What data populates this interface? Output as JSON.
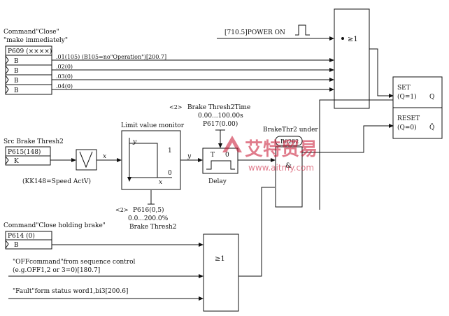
{
  "close_cmd": {
    "title_line1": "Command\"Close\"",
    "title_line2": "\"make immediately\"",
    "param": "P609 (××××)",
    "b_labels": [
      "B",
      "B",
      "B",
      "B"
    ],
    "connectors": [
      ".01(105) (B105=no\"Operation\")[200.7]",
      ".02(0)",
      ".03(0)",
      ".04(0)"
    ]
  },
  "power_on": {
    "label": "[710.5]POWER ON"
  },
  "or_gate_top": {
    "symbol": "≥1"
  },
  "flipflop": {
    "set_label": "SET",
    "set_sub": "(Q=1)",
    "set_out": "Q",
    "reset_label": "RESET",
    "reset_sub": "(Q=0)",
    "reset_out": "Q̄"
  },
  "brake_thresh2": {
    "src_label": "Src Brake Thresh2",
    "param": "P615(148)",
    "k_label": "K",
    "note": "(KK148=Speed ActV)",
    "x_label": "x"
  },
  "limit_monitor": {
    "title": "Limit value monitor",
    "y_axis": "y",
    "x_axis": "x",
    "one_label": "1",
    "zero_label": "0",
    "out_label": "y"
  },
  "brake_time": {
    "marker": "<2>",
    "title": "Brake Thresh2Time",
    "range": "0.00...100.00s",
    "param": "P617(0.00)"
  },
  "delay": {
    "t_label": "T",
    "zero_label": "0",
    "caption": "Delay"
  },
  "brake_under": {
    "title": "BrakeThr2 under",
    "bus": "B0282",
    "and_symbol": "&"
  },
  "thresh_bottom": {
    "marker": "<2>",
    "param": "P616(0,5)",
    "range": "0.0...200.0%",
    "title": "Brake Thresh2"
  },
  "holding": {
    "title": "Command\"Close holding brake\"",
    "param": "P614 (0)",
    "b_label": "B"
  },
  "or_gate_bottom": {
    "symbol": "≥1"
  },
  "off_cmd": {
    "line1": "\"OFFcommand\"from sequence control",
    "line2": "(e.g.OFF1,2 or 3=0)[180.7]"
  },
  "fault": {
    "label": "\"Fault\"form status word1,bi3[200.6]"
  },
  "watermark": {
    "brand": "艾特贸易",
    "url": "www.aitmy.com"
  }
}
